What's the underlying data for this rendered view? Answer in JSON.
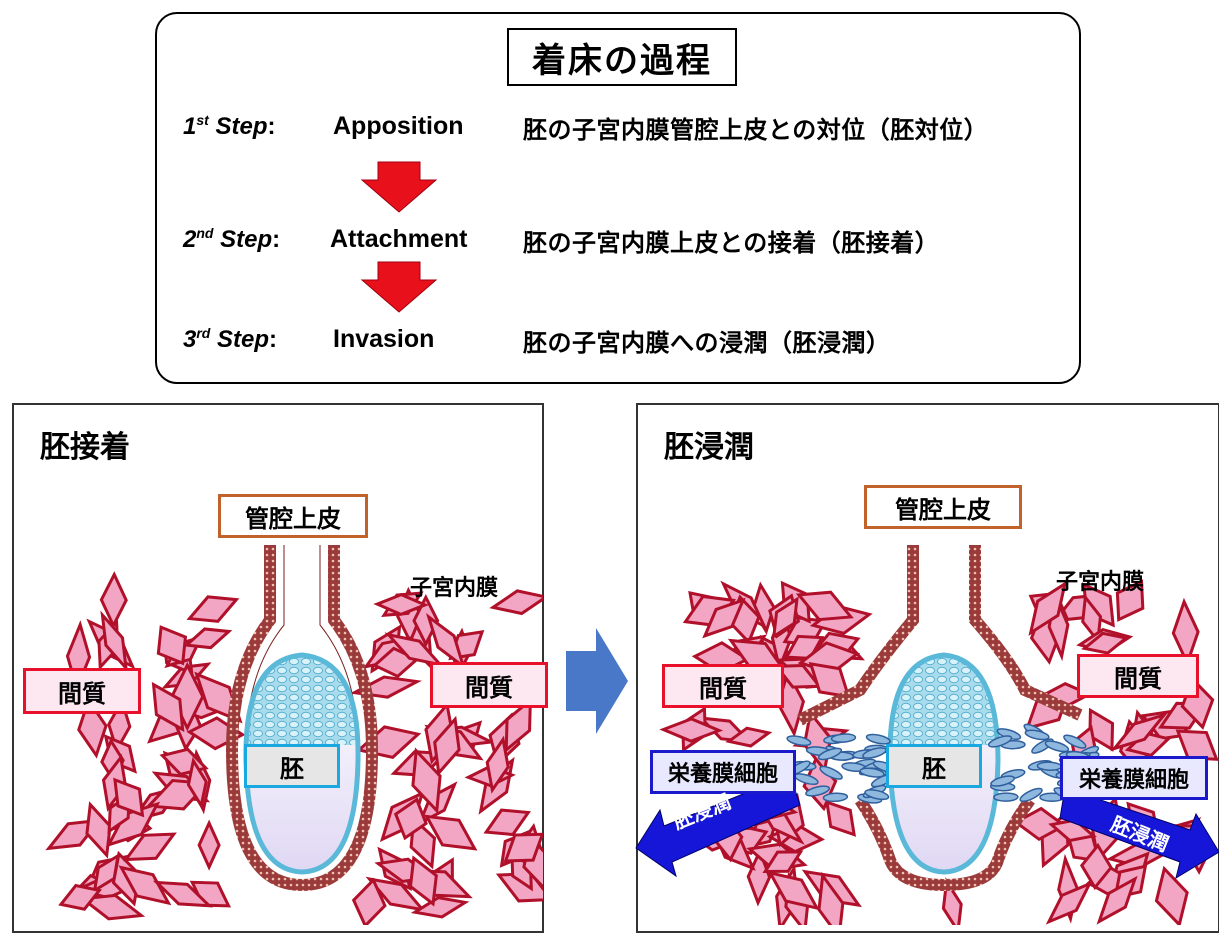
{
  "header": {
    "title": "着床の過程",
    "steps": [
      {
        "ord": "1",
        "suffix": "st",
        "word": " Step",
        "name": "Apposition",
        "desc": "胚の子宮内膜管腔上皮との対位（胚対位）"
      },
      {
        "ord": "2",
        "suffix": "nd",
        "word": " Step",
        "name": "Attachment",
        "desc": "胚の子宮内膜上皮との接着（胚接着）"
      },
      {
        "ord": "3",
        "suffix": "rd",
        "word": " Step",
        "name": "Invasion",
        "desc": "胚の子宮内膜への浸潤（胚浸潤）"
      }
    ]
  },
  "left_panel": {
    "title": "胚接着",
    "lumen_label": "管腔上皮",
    "endometrium_label": "子宮内膜",
    "stroma_left": "間質",
    "stroma_right": "間質",
    "embryo_label": "胚"
  },
  "right_panel": {
    "title": "胚浸潤",
    "lumen_label": "管腔上皮",
    "endometrium_label": "子宮内膜",
    "stroma_left": "間質",
    "stroma_right": "間質",
    "embryo_label": "胚",
    "trophoblast_left": "栄養膜細胞",
    "trophoblast_right": "栄養膜細胞",
    "invasion_left": "胚浸潤",
    "invasion_right": "胚浸潤"
  },
  "colors": {
    "step_arrow": "#e8101a",
    "transition_arrow": "#4a78c8",
    "invasion_arrow": "#1616d8",
    "stroma_cell": "#f2a6c4",
    "stroma_outline": "#b0102a",
    "epithelium": "#9a3a3a",
    "embryo_fill": "#9fd6ea",
    "trophoblast": "#4a80b8"
  }
}
